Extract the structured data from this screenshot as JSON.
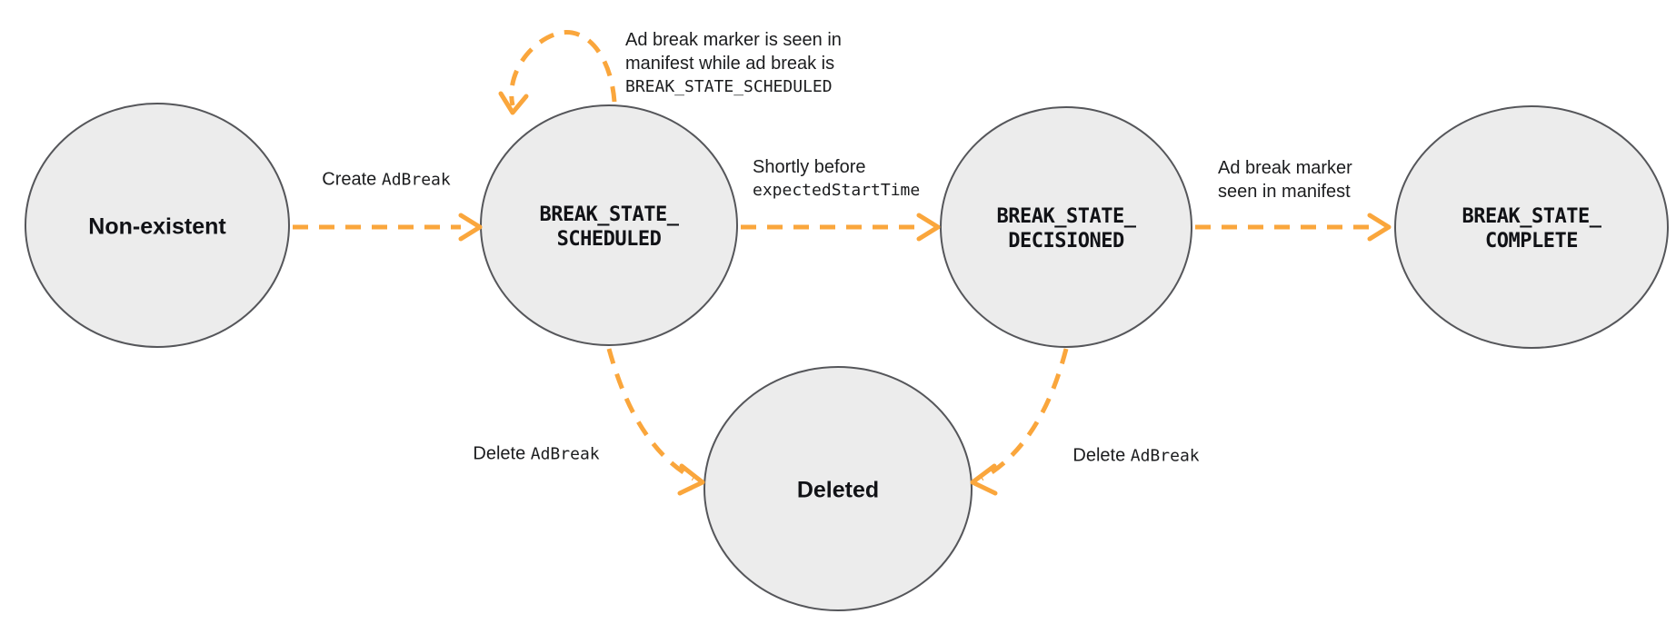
{
  "diagram": {
    "colors": {
      "arrow": "#FAA63C",
      "node_fill": "#ECECEC",
      "node_stroke": "#55565A",
      "label_text": "#1B1C1E"
    },
    "nodes": {
      "non_existent": {
        "label": "Non-existent"
      },
      "scheduled": {
        "lines": [
          "BREAK_STATE_",
          "SCHEDULED"
        ]
      },
      "decisioned": {
        "lines": [
          "BREAK_STATE_",
          "DECISIONED"
        ]
      },
      "complete": {
        "lines": [
          "BREAK_STATE_",
          "COMPLETE"
        ]
      },
      "deleted": {
        "label": "Deleted"
      }
    },
    "edges": {
      "create_adbreak": {
        "text": "Create ",
        "code": "AdBreak"
      },
      "self_loop": {
        "lines": [
          "Ad break marker is seen in",
          "manifest while ad break is"
        ],
        "code": "BREAK_STATE_SCHEDULED"
      },
      "shortly_before": {
        "text": "Shortly before",
        "code": "expectedStartTime"
      },
      "marker_seen": {
        "lines": [
          "Ad break marker",
          "seen in manifest"
        ]
      },
      "delete_adbreak_left": {
        "text": "Delete ",
        "code": "AdBreak"
      },
      "delete_adbreak_right": {
        "text": "Delete ",
        "code": "AdBreak"
      }
    }
  }
}
